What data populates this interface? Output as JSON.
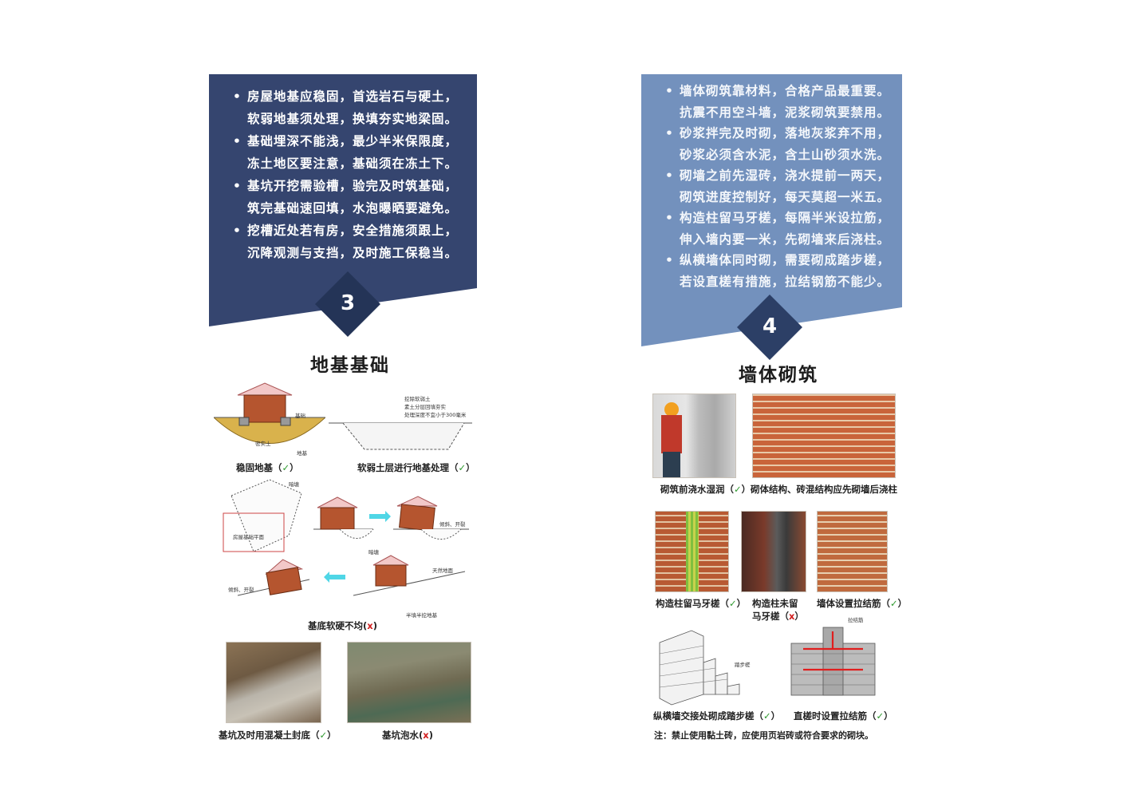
{
  "panel3": {
    "number": "3",
    "title": "地基基础",
    "bullets": [
      [
        "房屋地基应稳固，首选岩石与硬土，",
        "软弱地基须处理，换填夯实地梁固。"
      ],
      [
        "基础埋深不能浅，最少半米保限度，",
        "冻土地区要注意，基础须在冻土下。"
      ],
      [
        "基坑开挖需验槽，验完及时筑基础，",
        "筑完基础速回填，水泡曝晒要避免。"
      ],
      [
        "挖槽近处若有房，安全措施须跟上，",
        "沉降观测与支挡，及时施工保稳当。"
      ]
    ],
    "captions": {
      "stable": "稳固地基（",
      "soft": "软弱土层进行地基处理（",
      "uneven": "基底软硬不均(",
      "seal": "基坑及时用混凝土封底（",
      "soak": "基坑泡水("
    },
    "marks": {
      "ok": "✓",
      "bad": "x",
      "close_full": "）",
      "close_half": ")"
    },
    "labels": {
      "jichu": "基础",
      "mishitu": "密实土",
      "diji": "地基",
      "soft_note_1": "挖除软弱土",
      "soft_note_2": "素土分层回填夯实",
      "soft_note_3": "处理深度不宜小于300毫米",
      "mutang_1": "暗塘",
      "mutang_2": "暗塘",
      "plan": "房屋基础平面",
      "tilt_1": "倾斜、开裂",
      "tilt_2": "倾斜、开裂",
      "natural_ground": "天然地面",
      "half_fill": "半填半挖地基"
    }
  },
  "panel4": {
    "number": "4",
    "title": "墙体砌筑",
    "bullets": [
      [
        "墙体砌筑靠材料，合格产品最重要。",
        "抗震不用空斗墙，泥浆砌筑要禁用。"
      ],
      [
        "砂浆拌完及时砌，落地灰浆弃不用，",
        "砂浆必须含水泥，含土山砂须水洗。"
      ],
      [
        "砌墙之前先湿砖，浇水提前一两天，",
        "砌筑进度控制好，每天莫超一米五。"
      ],
      [
        "构造柱留马牙槎，每隔半米设拉筋，",
        "伸入墙内要一米，先砌墙来后浇柱。"
      ],
      [
        "纵横墙体同时砌，需要砌成踏步槎，",
        "若设直槎有措施，拉结钢筋不能少。"
      ]
    ],
    "captions": {
      "wet": "砌筑前浇水湿润（",
      "order": "砌体结构、砖混结构应先砌墙后浇柱（",
      "mayacha": "构造柱留马牙槎（",
      "no_mayacha_1": "构造柱未留",
      "no_mayacha_2": "马牙槎（",
      "tie": "墙体设置拉结筋（",
      "step": "纵横墙交接处砌成踏步槎（",
      "straight": "直槎时设置拉结筋（"
    },
    "marks": {
      "ok": "✓",
      "bad": "x",
      "close_full": "）"
    },
    "labels": {
      "tabucha": "踏步槎",
      "lajiejin": "拉结筋"
    },
    "note": "注：禁止使用黏土砖，应使用页岩砖或符合要求的砌块。"
  },
  "colors": {
    "panel3_header": "#35456f",
    "panel3_diamond": "#243457",
    "panel4_header": "#7391bd",
    "panel4_diamond": "#2c3f66",
    "check": "#2e9a2e",
    "cross": "#d22020",
    "brick": "#b5552f"
  }
}
